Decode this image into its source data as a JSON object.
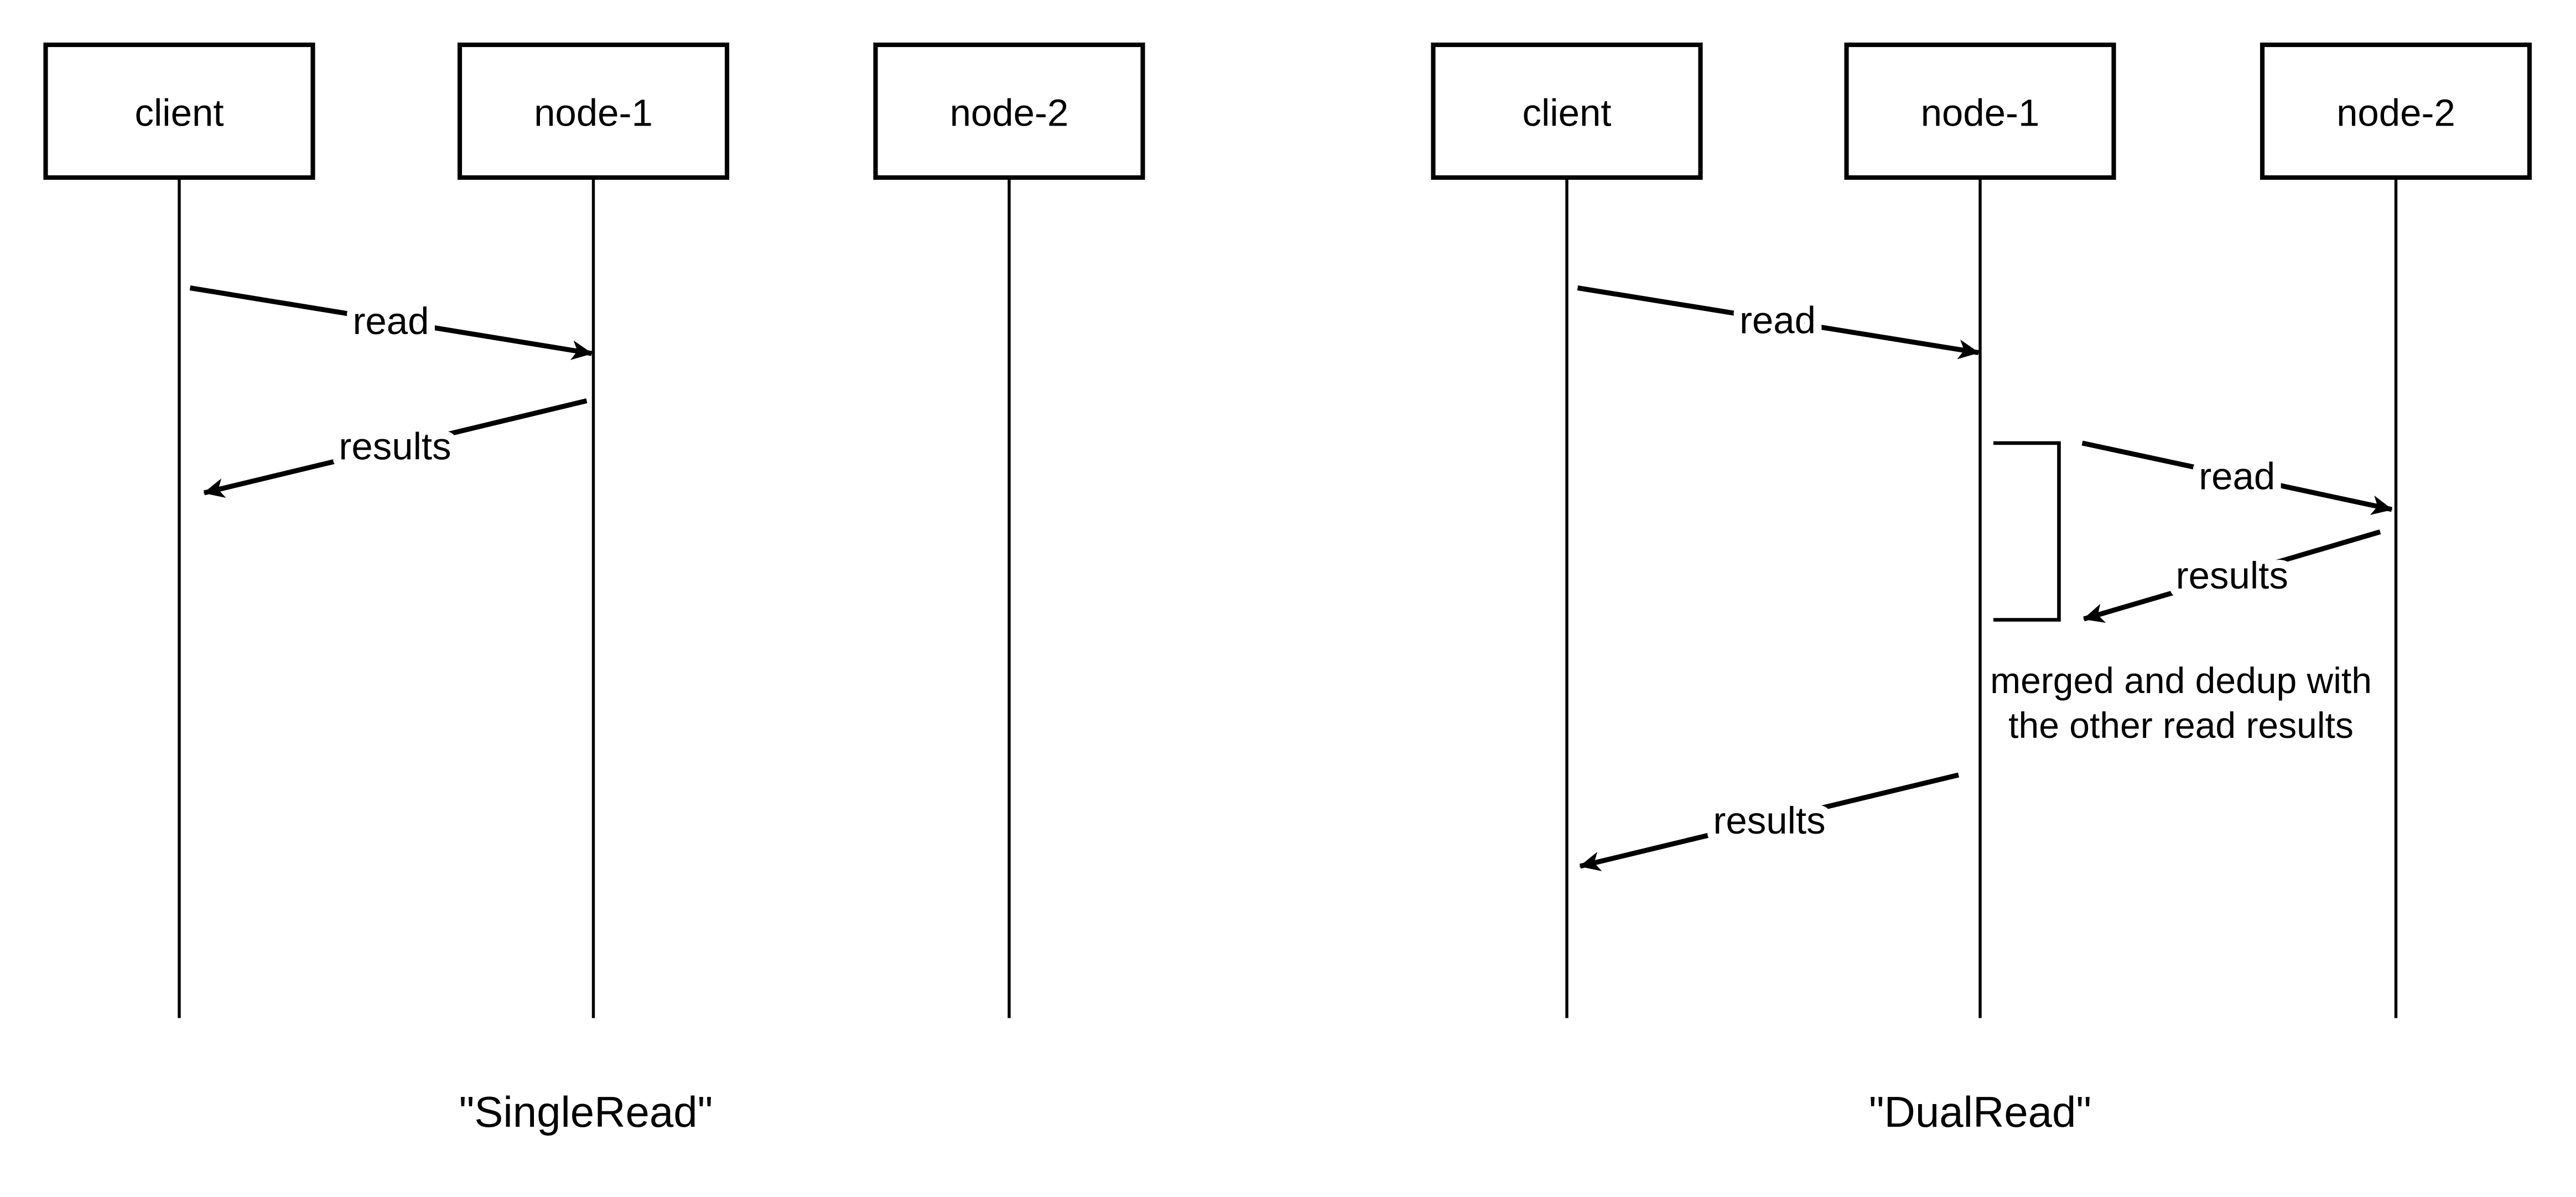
{
  "canvas": {
    "background": "#ffffff",
    "stroke_color": "#000000",
    "text_color": "#000000"
  },
  "diagrams": {
    "single_read": {
      "caption": "\"SingleRead\"",
      "actors": {
        "client": {
          "label": "client"
        },
        "node1": {
          "label": "node-1"
        },
        "node2": {
          "label": "node-2"
        }
      },
      "messages": {
        "read": {
          "label": "read",
          "from": "client",
          "to": "node-1"
        },
        "results": {
          "label": "results",
          "from": "node-1",
          "to": "client"
        }
      }
    },
    "dual_read": {
      "caption": "\"DualRead\"",
      "actors": {
        "client": {
          "label": "client"
        },
        "node1": {
          "label": "node-1"
        },
        "node2": {
          "label": "node-2"
        }
      },
      "messages": {
        "read_to_node1": {
          "label": "read",
          "from": "client",
          "to": "node-1"
        },
        "read_to_node2": {
          "label": "read",
          "from": "node-1",
          "to": "node-2"
        },
        "results_from_node2": {
          "label": "results",
          "from": "node-2",
          "to": "node-1"
        },
        "results_to_client": {
          "label": "results",
          "from": "node-1",
          "to": "client"
        }
      },
      "note": {
        "line1": "merged and dedup with",
        "line2": "the other read results"
      }
    }
  }
}
